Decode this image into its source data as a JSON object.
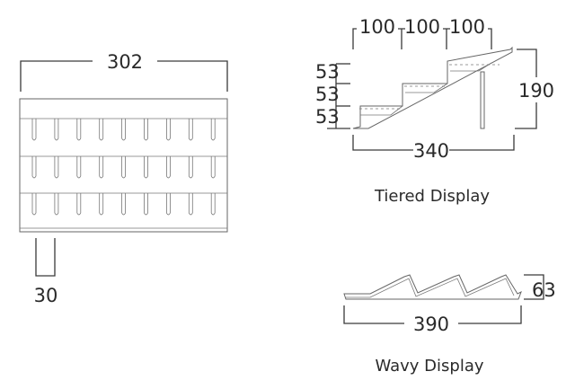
{
  "front_view": {
    "width_dimension": "302",
    "depth_dimension": "30",
    "shelf_rows": 3,
    "slots_per_row": 9
  },
  "tiered_display": {
    "label": "Tiered Display",
    "step_depths": [
      "100",
      "100",
      "100"
    ],
    "step_heights": [
      "53",
      "53",
      "53"
    ],
    "overall_height": "190",
    "overall_depth": "340"
  },
  "wavy_display": {
    "label": "Wavy Display",
    "height": "63",
    "length": "390"
  }
}
